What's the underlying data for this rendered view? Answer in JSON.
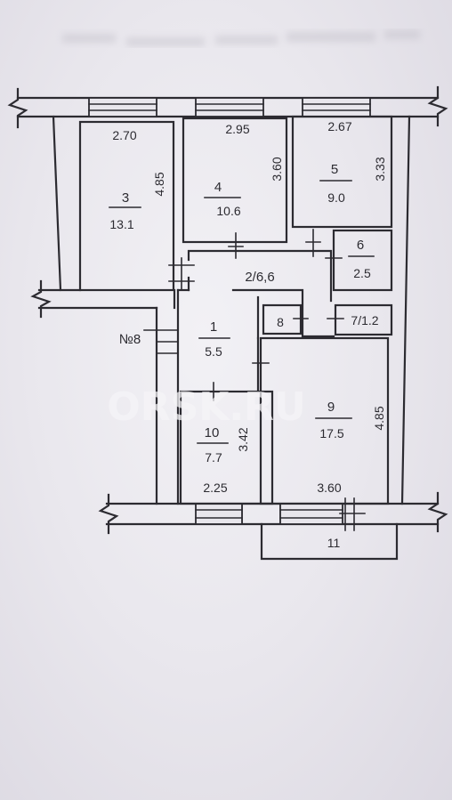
{
  "plan": {
    "watermark": "ORSK.RU",
    "entrance_label": "№8",
    "rooms": {
      "r1": {
        "number": "1",
        "area": "5.5"
      },
      "r2": {
        "label": "2/6,6"
      },
      "r3": {
        "number": "3",
        "area": "13.1",
        "dimension_labels": [
          "2.70",
          "4.85"
        ]
      },
      "r4": {
        "number": "4",
        "area": "10.6",
        "dimension_labels": [
          "2.95",
          "3.60"
        ]
      },
      "r5": {
        "number": "5",
        "area": "9.0",
        "dimension_labels": [
          "2.67",
          "3.33"
        ]
      },
      "r6": {
        "number": "6",
        "area": "2.5"
      },
      "r7": {
        "label": "7/1.2"
      },
      "r8": {
        "number": "8"
      },
      "r9": {
        "number": "9",
        "area": "17.5",
        "dimension_labels": [
          "3.60",
          "4.85"
        ]
      },
      "r10": {
        "number": "10",
        "area": "7.7",
        "dimension_labels": [
          "2.25",
          "3.42"
        ]
      },
      "r11": {
        "number": "11"
      }
    }
  },
  "colors": {
    "paper": "#e8e6ec",
    "ink": "#2c2b31",
    "watermark": "#f6f5f8"
  }
}
